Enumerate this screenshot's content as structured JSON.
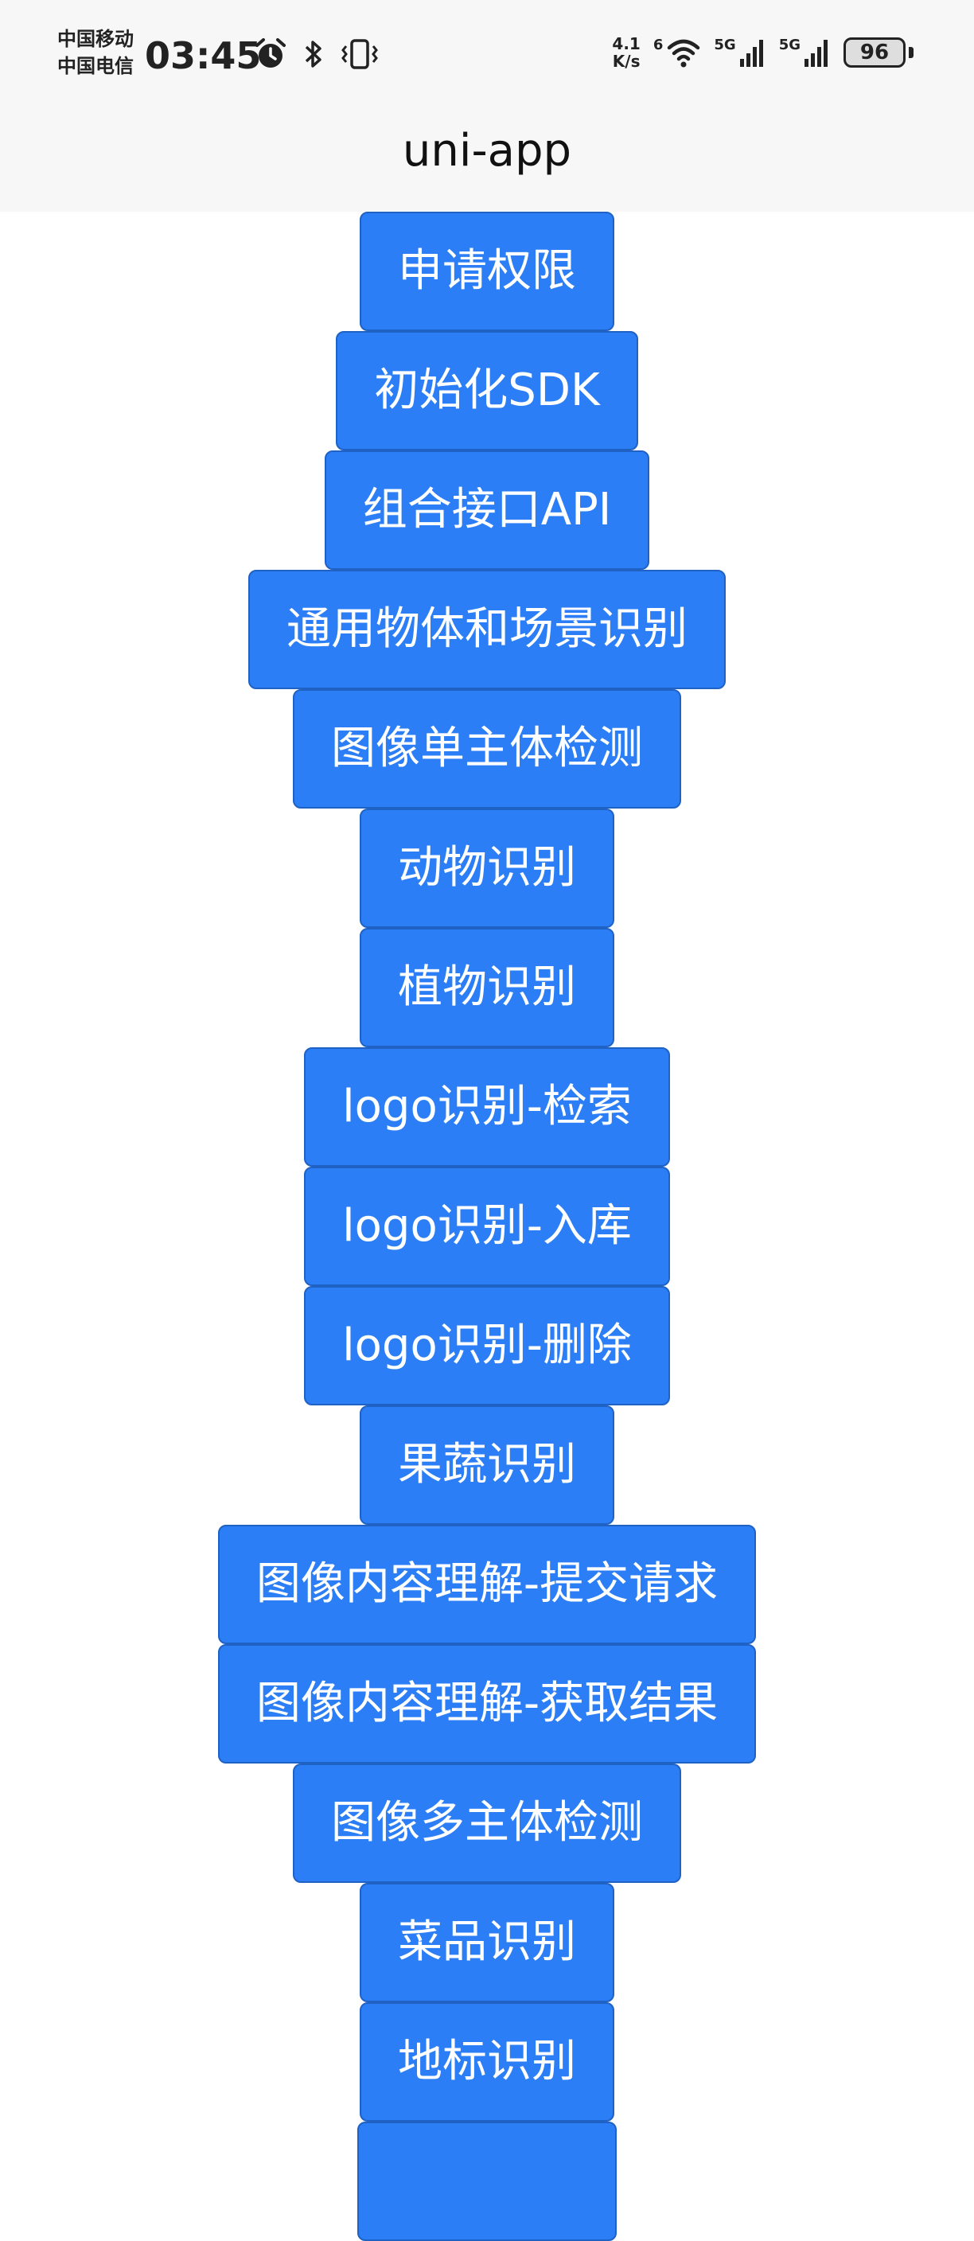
{
  "status_bar": {
    "carrier_1": "中国移动",
    "carrier_2": "中国电信",
    "time": "03:45",
    "net_speed_value": "4.1",
    "net_speed_unit": "K/s",
    "wifi_label": "6",
    "signal_1_label": "5G",
    "signal_2_label": "5G",
    "battery_level": "96",
    "icons": [
      "alarm-icon",
      "bluetooth-icon",
      "vibrate-icon",
      "wifi-icon",
      "signal-icon",
      "signal-icon",
      "battery-icon"
    ]
  },
  "nav": {
    "title": "uni-app"
  },
  "buttons": [
    "申请权限",
    "初始化SDK",
    "组合接口API",
    "通用物体和场景识别",
    "图像单主体检测",
    "动物识别",
    "植物识别",
    "logo识别-检索",
    "logo识别-入库",
    "logo识别-删除",
    "果蔬识别",
    "图像内容理解-提交请求",
    "图像内容理解-获取结果",
    "图像多主体检测",
    "菜品识别",
    "地标识别",
    ""
  ],
  "colors": {
    "button_bg": "#2b7ef5",
    "button_border": "#1f62c4",
    "bar_bg": "#f7f7f7"
  }
}
